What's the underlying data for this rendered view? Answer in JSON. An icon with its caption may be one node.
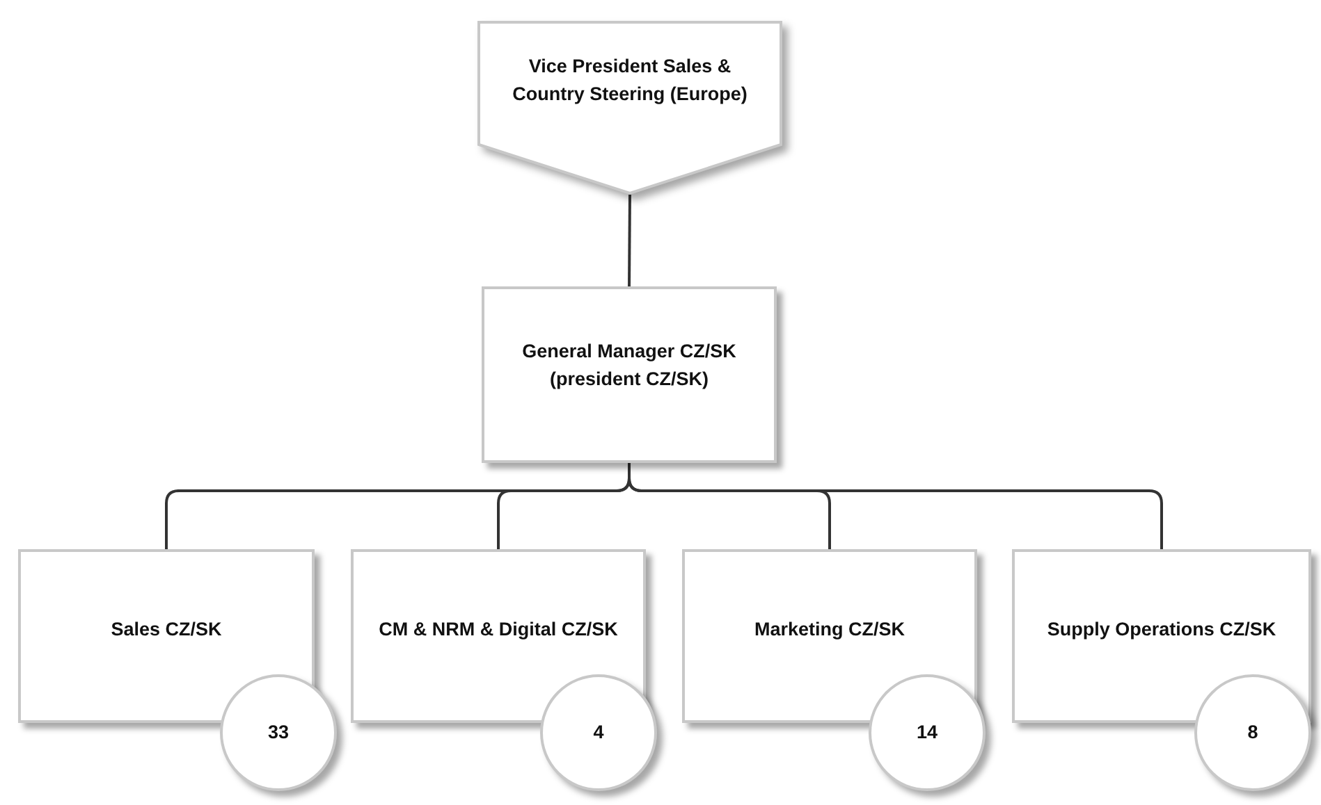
{
  "diagram": {
    "nodes": [
      {
        "text": [
          "Vice President Sales & Country Steering (Europe)"
        ]
      },
      {
        "text": [
          "General Manager CZ/SK (president CZ/SK)"
        ]
      },
      {
        "text": [
          "Sales CZ/SK"
        ]
      },
      {
        "text": [
          "CM & NRM & Digital CZ/SK"
        ]
      },
      {
        "text": [
          "Marketing CZ/SK"
        ]
      },
      {
        "text": [
          "Supply Operations CZ/SK"
        ]
      },
      {
        "text": [
          "33"
        ]
      },
      {
        "text": [
          "4"
        ]
      },
      {
        "text": [
          "14"
        ]
      },
      {
        "text": [
          "8"
        ]
      }
    ],
    "edges": [
      {
        "from": 0,
        "to": 1,
        "arrow": "none"
      },
      {
        "from": 1,
        "to": 2,
        "arrow": "none"
      },
      {
        "from": 1,
        "to": 3,
        "arrow": "none"
      },
      {
        "from": 1,
        "to": 4,
        "arrow": "none"
      },
      {
        "from": 1,
        "to": 5,
        "arrow": "none"
      }
    ]
  }
}
